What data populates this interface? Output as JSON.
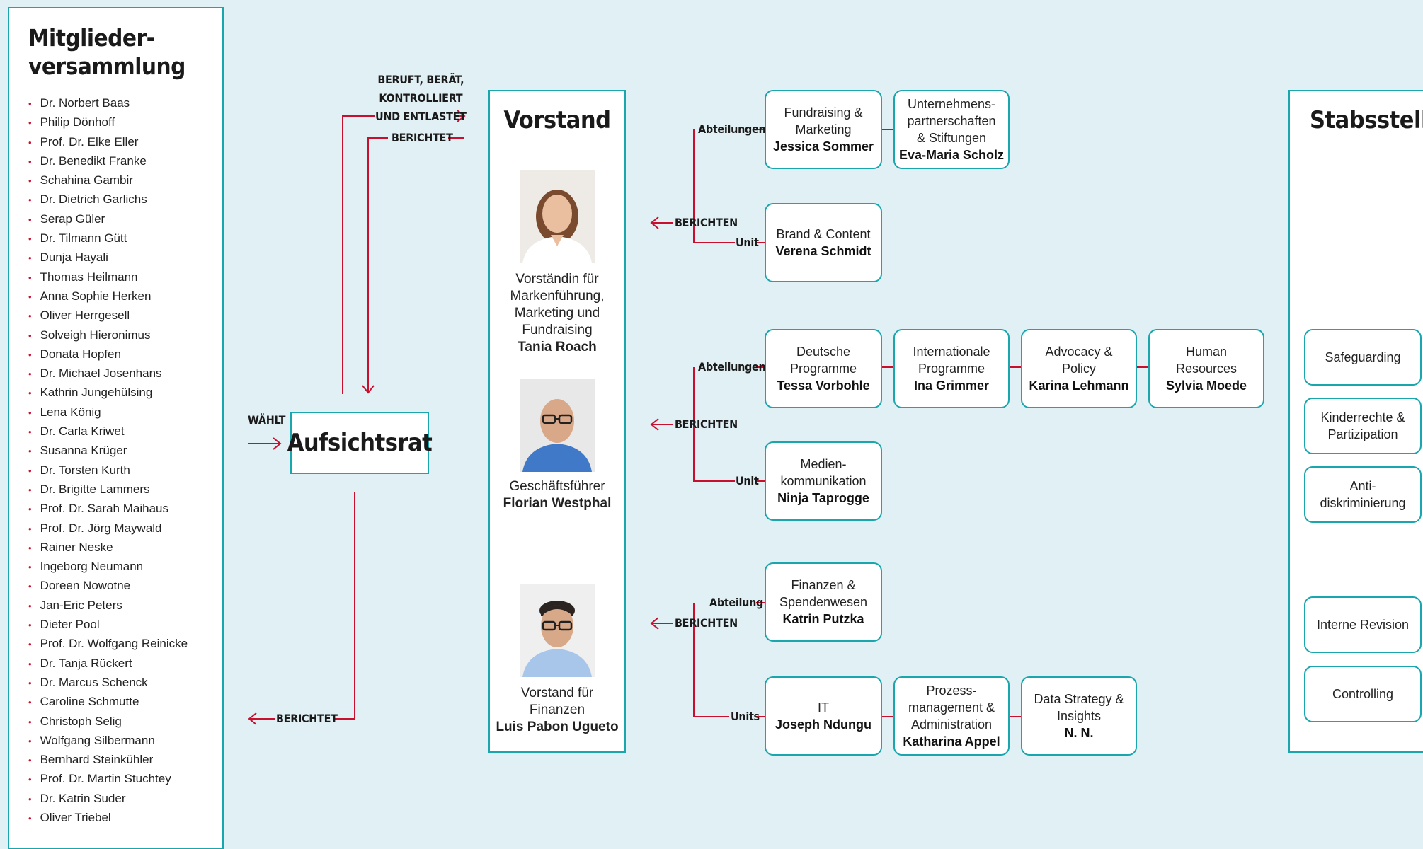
{
  "mitglieder": {
    "title_line1": "Mitglieder-",
    "title_line2": "versammlung",
    "members": [
      "Dr. Norbert Baas",
      "Philip Dönhoff",
      "Prof. Dr. Elke Eller",
      "Dr. Benedikt Franke",
      "Schahina Gambir",
      "Dr. Dietrich Garlichs",
      "Serap Güler",
      "Dr. Tilmann Gütt",
      "Dunja Hayali",
      "Thomas Heilmann",
      "Anna Sophie Herken",
      "Oliver Herrgesell",
      "Solveigh Hieronimus",
      "Donata Hopfen",
      "Dr. Michael Josenhans",
      "Kathrin Jungehülsing",
      "Lena König",
      "Dr. Carla Kriwet",
      "Susanna Krüger",
      "Dr. Torsten Kurth",
      "Dr. Brigitte Lammers",
      "Prof. Dr. Sarah Maihaus",
      "Prof. Dr. Jörg Maywald",
      "Rainer Neske",
      "Ingeborg Neumann",
      "Doreen Nowotne",
      "Jan-Eric Peters",
      "Dieter Pool",
      "Prof. Dr. Wolfgang Reinicke",
      "Dr. Tanja Rückert",
      "Dr. Marcus Schenck",
      "Caroline Schmutte",
      "Christoph Selig",
      "Wolfgang Silbermann",
      "Bernhard Steinkühler",
      "Prof. Dr. Martin Stuchtey",
      "Dr. Katrin Suder",
      "Oliver Triebel"
    ]
  },
  "labels": {
    "waehlt": "WÄHLT",
    "beruft_1": "BERUFT, BERÄT,",
    "beruft_2": "KONTROLLIERT",
    "beruft_3": "UND ENTLASTET",
    "berichtet": "BERICHTET",
    "berichten": "BERICHTEN",
    "abteilungen": "Abteilungen",
    "abteilung": "Abteilung",
    "unit": "Unit",
    "units": "Units"
  },
  "aufsichtsrat": {
    "title": "Aufsichtsrat"
  },
  "vorstand": {
    "title": "Vorstand",
    "members": [
      {
        "role_1": "Vorständin für",
        "role_2": "Markenführung,",
        "role_3": "Marketing und",
        "role_4": "Fundraising",
        "name": "Tania Roach"
      },
      {
        "role_1": "Geschäftsführer",
        "name": "Florian Westphal"
      },
      {
        "role_1": "Vorstand für",
        "role_2": "Finanzen",
        "name": "Luis Pabon Ugueto"
      }
    ]
  },
  "units": {
    "fundraising": {
      "t1": "Fundraising &",
      "t2": "Marketing",
      "name": "Jessica Sommer"
    },
    "unternehmen": {
      "t1": "Unternehmens-",
      "t2": "partnerschaften",
      "t3": "& Stiftungen",
      "name": "Eva-Maria Scholz"
    },
    "brand": {
      "t1": "Brand & Content",
      "name": "Verena Schmidt"
    },
    "deutsche": {
      "t1": "Deutsche",
      "t2": "Programme",
      "name": "Tessa Vorbohle"
    },
    "international": {
      "t1": "Internationale",
      "t2": "Programme",
      "name": "Ina Grimmer"
    },
    "advocacy": {
      "t1": "Advocacy &",
      "t2": "Policy",
      "name": "Karina Lehmann"
    },
    "hr": {
      "t1": "Human",
      "t2": "Resources",
      "name": "Sylvia Moede"
    },
    "medien": {
      "t1": "Medien-",
      "t2": "kommunikation",
      "name": "Ninja Taprogge"
    },
    "finanzen": {
      "t1": "Finanzen &",
      "t2": "Spendenwesen",
      "name": "Katrin Putzka"
    },
    "it": {
      "t1": "IT",
      "name": "Joseph Ndungu"
    },
    "prozess": {
      "t1": "Prozess-",
      "t2": "management &",
      "t3": "Administration",
      "name": "Katharina Appel"
    },
    "data": {
      "t1": "Data Strategy &",
      "t2": "Insights",
      "name": "N. N."
    }
  },
  "stabsstellen": {
    "title": "Stabsstellen",
    "items": [
      {
        "t1": "Safeguarding"
      },
      {
        "t1": "Kinderrechte &",
        "t2": "Partizipation"
      },
      {
        "t1": "Anti-",
        "t2": "diskriminierung"
      },
      {
        "t1": "Interne Revision"
      },
      {
        "t1": "Controlling"
      }
    ]
  },
  "colors": {
    "background": "#e1f0f5",
    "border": "#1aa6ad",
    "accent_red": "#c8102e"
  }
}
